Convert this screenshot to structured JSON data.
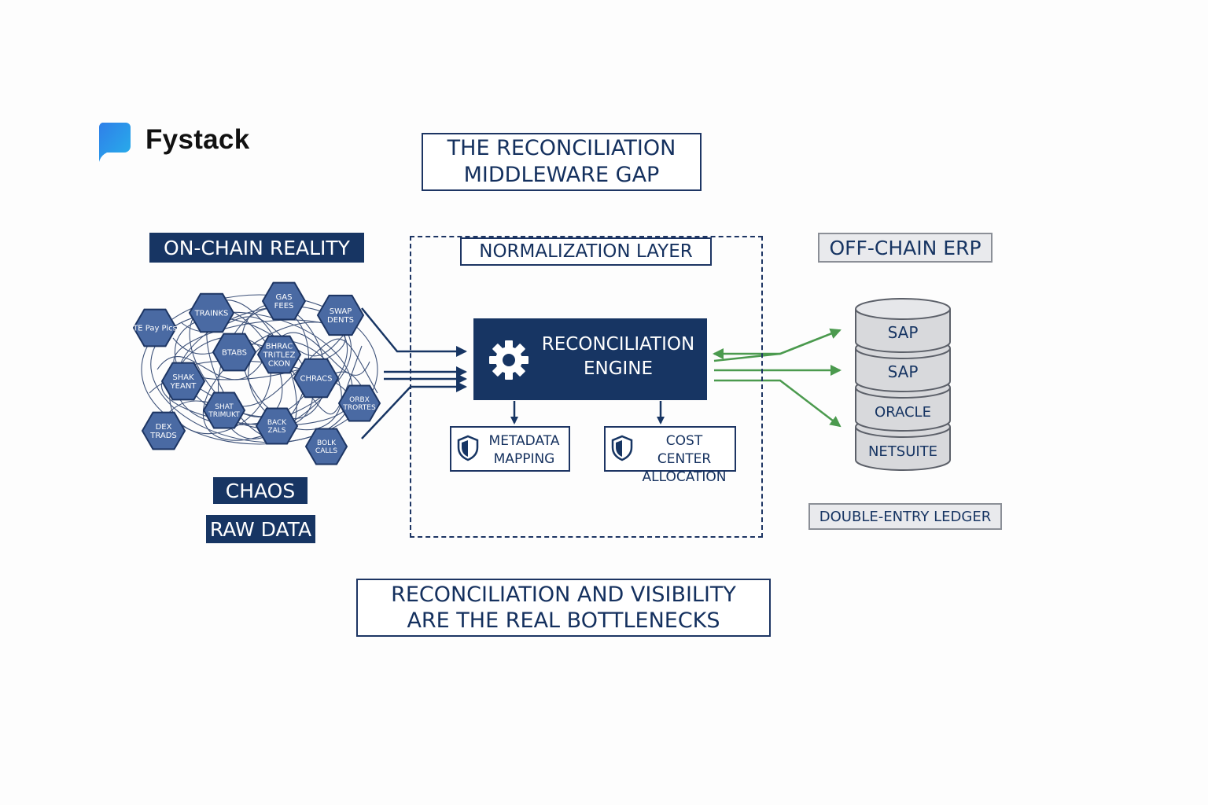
{
  "brand": {
    "name": "Fystack"
  },
  "title": "THE RECONCILIATION\nMIDDLEWARE GAP",
  "left": {
    "heading": "ON-CHAIN REALITY",
    "hexes": [
      "TE Pay Pics",
      "TRAINKS",
      "GAS\nFEES",
      "SWAP\nDENTS",
      "BTABS",
      "BHRAC\nTRITLEZ\nCKON",
      "SHAK\nYEANT",
      "CHRACS",
      "ORBX\nTRORTES",
      "DEX\nTRADS",
      "SHAT\nTRIMUKT",
      "BACK\nZALS",
      "BOLK\nCALLS"
    ],
    "chaos_label": "CHAOS",
    "raw_label": "RAW DATA"
  },
  "middle": {
    "layer_label": "NORMALIZATION LAYER",
    "engine_label": "RECONCILIATION\nENGINE",
    "metadata_label": "METADATA\nMAPPING",
    "cost_label": "COST CENTER\nALLOCATION"
  },
  "right": {
    "heading": "OFF-CHAIN ERP",
    "systems": [
      "SAP",
      "SAP",
      "ORACLE",
      "NETSUITE"
    ],
    "ledger_label": "DOUBLE-ENTRY LEDGER"
  },
  "footer": "RECONCILIATION AND VISIBILITY\nARE THE REAL BOTTLENECKS",
  "colors": {
    "navy": "#173563",
    "hex_fill": "#4a6aa3",
    "green_arrow": "#4b9a4e",
    "logo_blue": "#2b8be6"
  },
  "icons": {
    "logo": "speech-bubble-logo-icon",
    "engine": "gear-icon",
    "metadata": "shield-icon",
    "cost": "shield-icon"
  }
}
